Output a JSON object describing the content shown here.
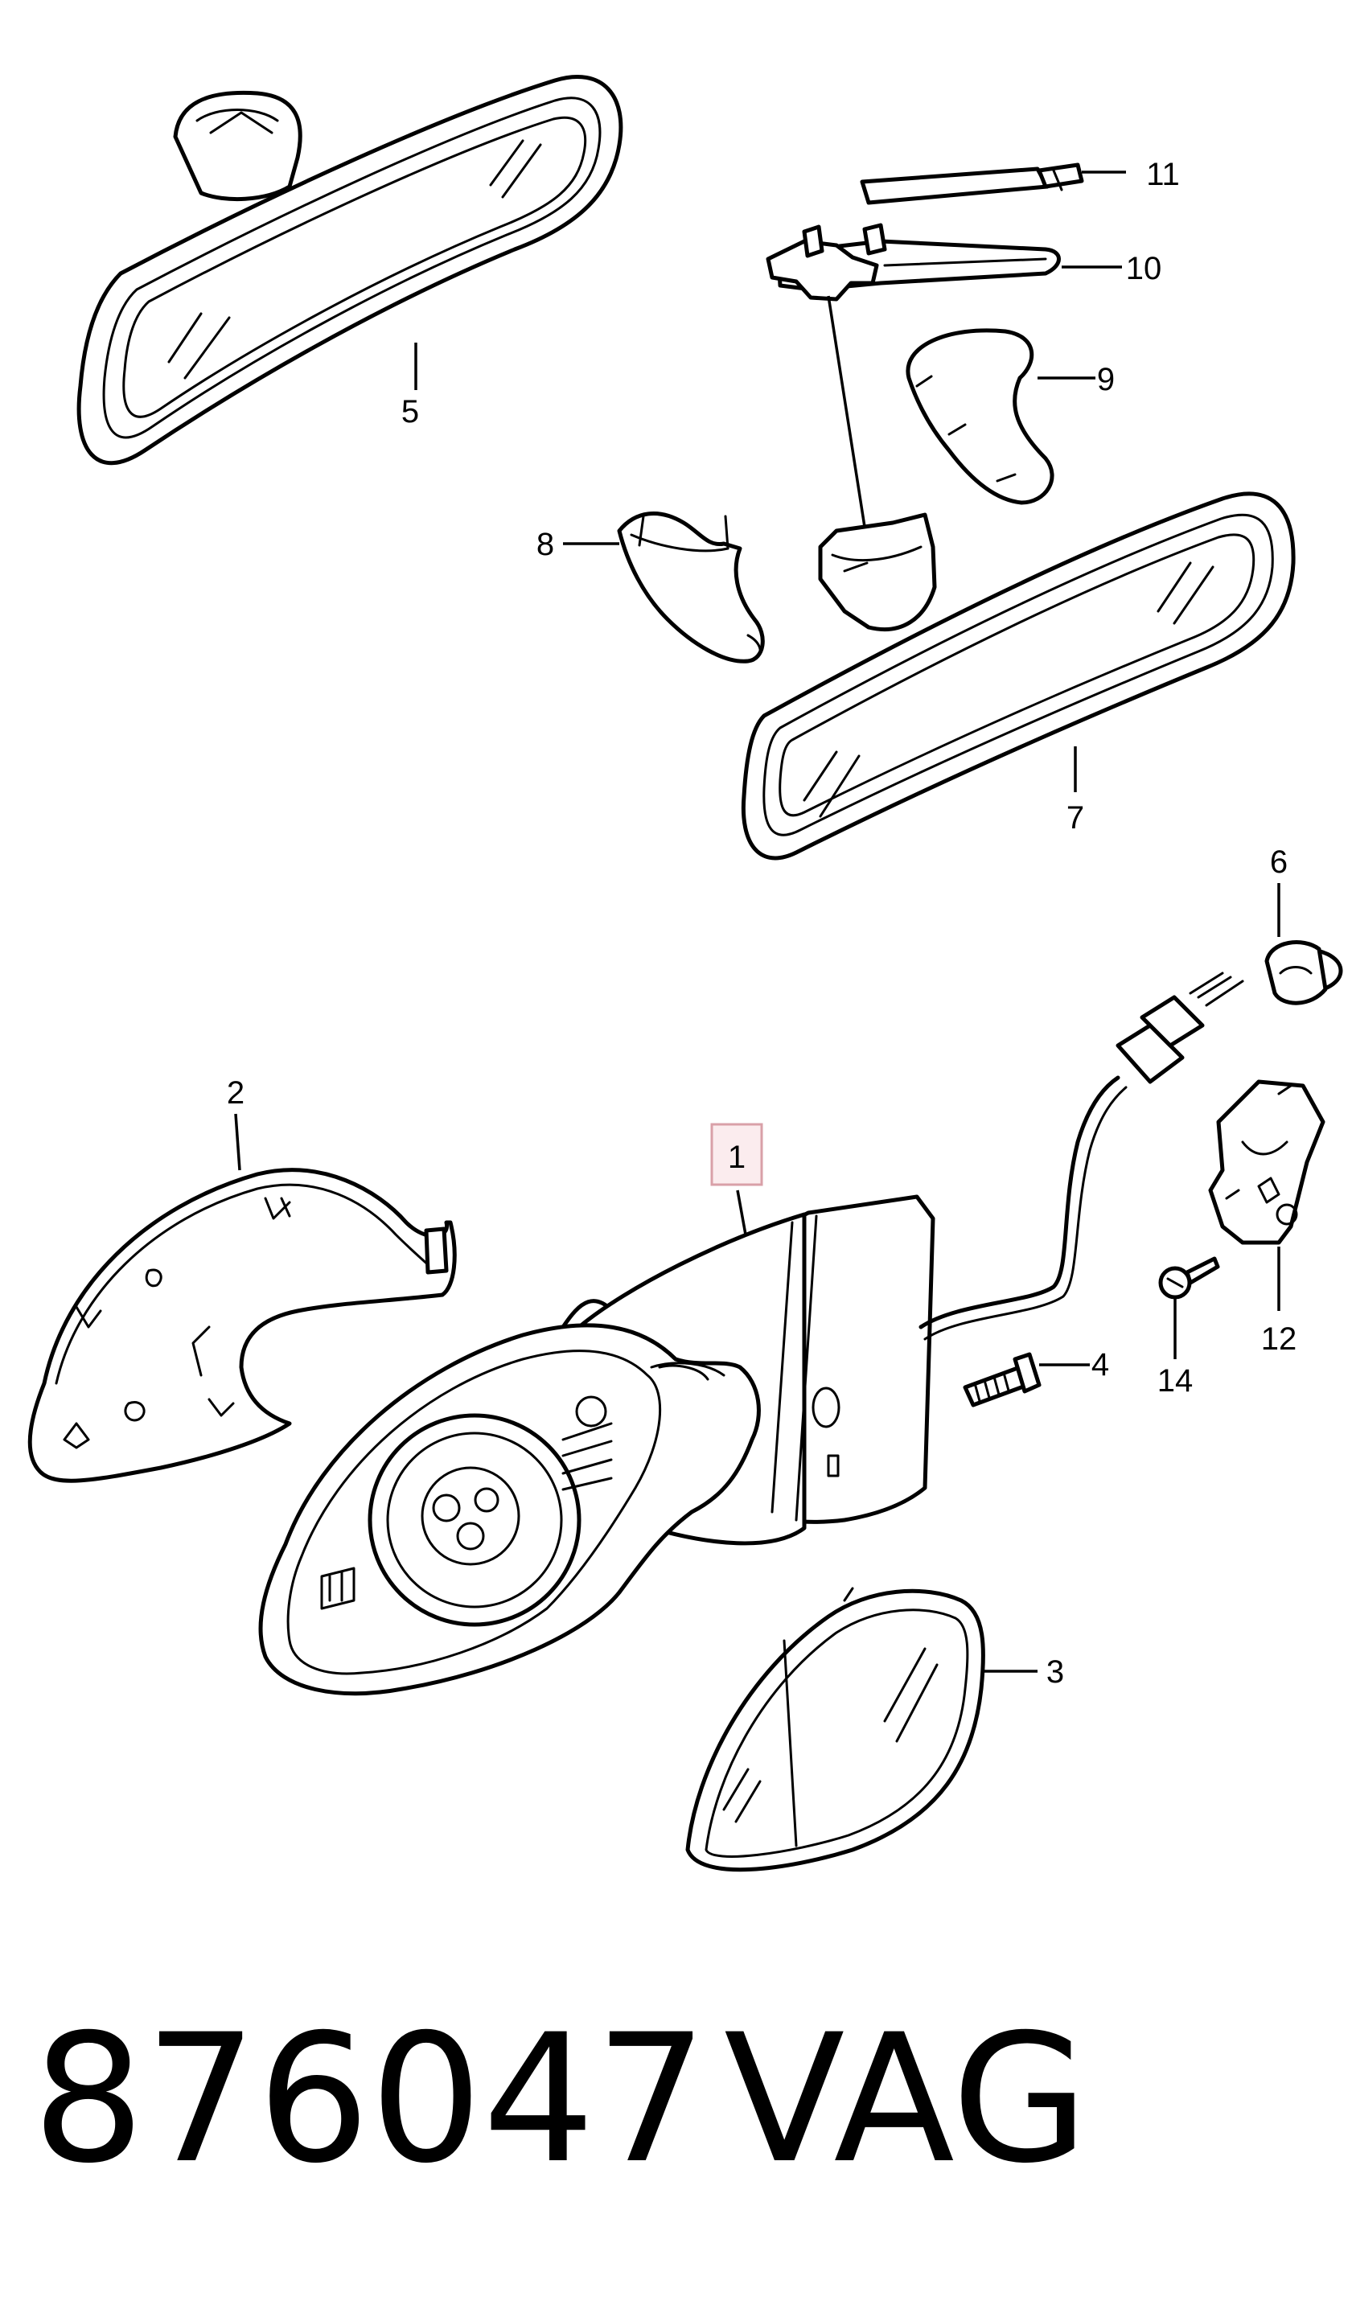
{
  "diagram": {
    "callouts": [
      {
        "id": "1",
        "label": "1",
        "highlighted": true
      },
      {
        "id": "2",
        "label": "2"
      },
      {
        "id": "3",
        "label": "3"
      },
      {
        "id": "4",
        "label": "4"
      },
      {
        "id": "5",
        "label": "5"
      },
      {
        "id": "6",
        "label": "6"
      },
      {
        "id": "7",
        "label": "7"
      },
      {
        "id": "8",
        "label": "8"
      },
      {
        "id": "9",
        "label": "9"
      },
      {
        "id": "10",
        "label": "10"
      },
      {
        "id": "11",
        "label": "11"
      },
      {
        "id": "12",
        "label": "12"
      },
      {
        "id": "14",
        "label": "14"
      }
    ],
    "highlight_color": "#d9a0a8"
  },
  "footer": {
    "part_number": "876047",
    "brand": "VAG"
  }
}
